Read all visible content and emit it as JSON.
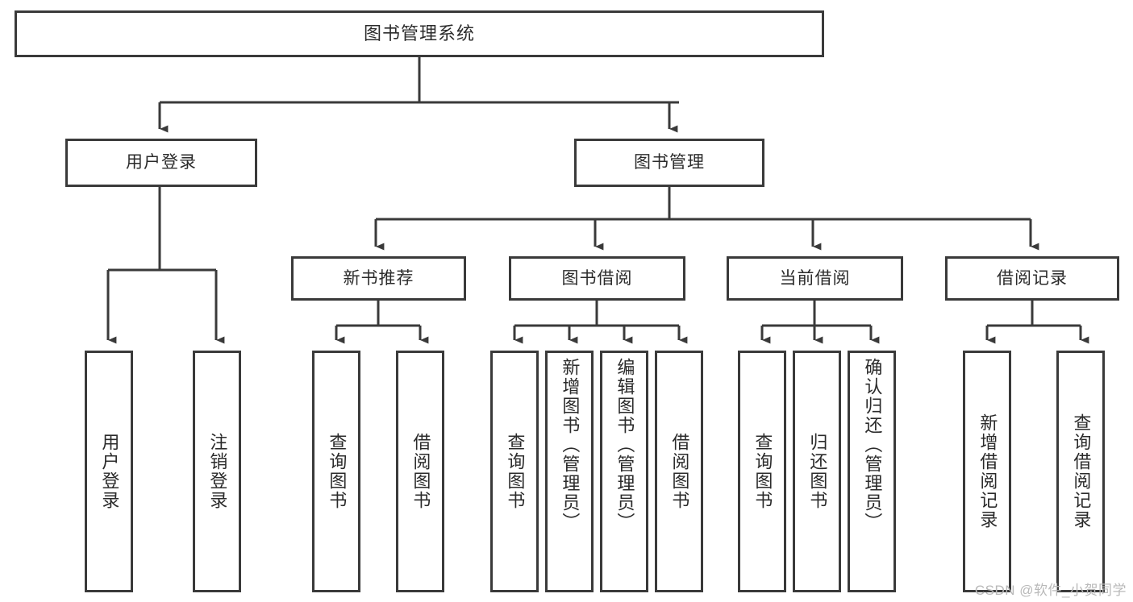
{
  "diagram": {
    "type": "tree-hierarchy-chart",
    "title": "图书管理系统",
    "watermark": "CSDN @软件_小贺同学",
    "style": {
      "border_color": "#3a3a3a",
      "text_color": "#2b2b2b",
      "background": "#ffffff",
      "edge_color": "#3a3a3a",
      "watermark_color": "#b9b9b9"
    },
    "nodes": {
      "root": {
        "label": "图书管理系统"
      },
      "level2": [
        {
          "label": "用户登录"
        },
        {
          "label": "图书管理"
        }
      ],
      "level3": [
        {
          "label": "新书推荐"
        },
        {
          "label": "图书借阅"
        },
        {
          "label": "当前借阅"
        },
        {
          "label": "借阅记录"
        }
      ],
      "leaves": {
        "user_login": [
          {
            "label": "用户登录"
          },
          {
            "label": "注销登录"
          }
        ],
        "new_book_recommend": [
          {
            "label": "查询图书"
          },
          {
            "label": "借阅图书"
          }
        ],
        "book_borrow": [
          {
            "label": "查询图书"
          },
          {
            "label": "新增图书（管理员）"
          },
          {
            "label": "编辑图书（管理员）"
          },
          {
            "label": "借阅图书"
          }
        ],
        "current_borrow": [
          {
            "label": "查询图书"
          },
          {
            "label": "归还图书"
          },
          {
            "label": "确认归还（管理员）"
          }
        ],
        "borrow_record": [
          {
            "label": "新增借阅记录"
          },
          {
            "label": "查询借阅记录"
          }
        ]
      }
    }
  }
}
